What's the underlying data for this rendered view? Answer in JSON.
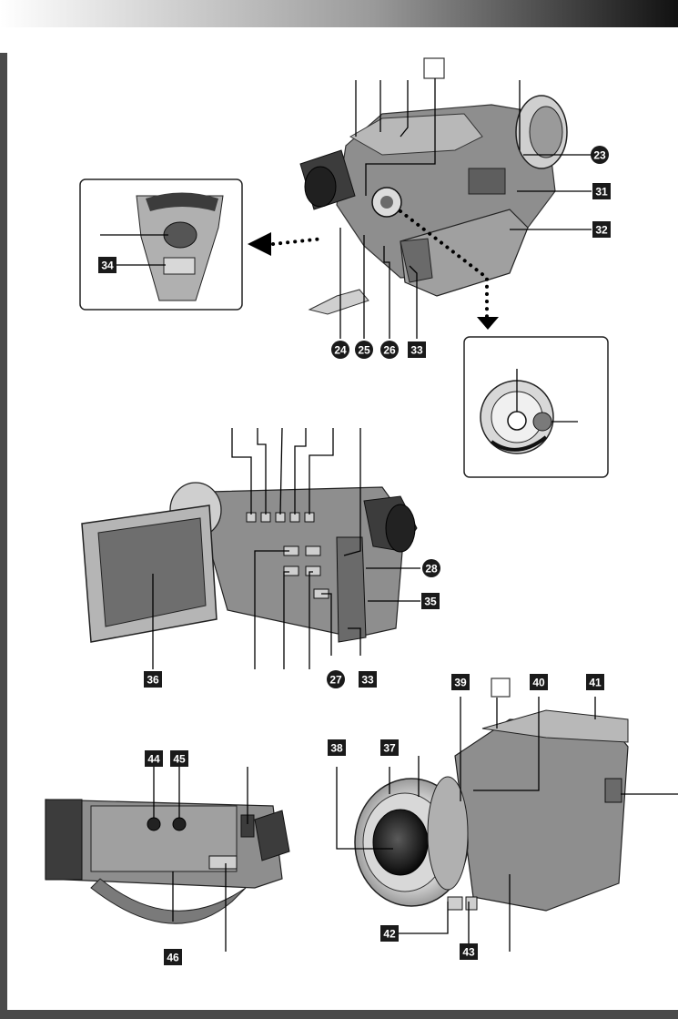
{
  "colors": {
    "header_dark": "#111111",
    "frame": "#4a4a4a",
    "badge": "#1a1a1a",
    "badge_text": "#ffffff",
    "camera_body": "#8e8e8e",
    "camera_dark": "#3c3c3c",
    "camera_light": "#cfcfcf",
    "leader": "#000000"
  },
  "callouts": {
    "n23": "23",
    "n24": "24",
    "n25": "25",
    "n26": "26",
    "n27": "27",
    "n28": "28",
    "n31": "31",
    "n32": "32",
    "n33a": "33",
    "n33b": "33",
    "n34": "34",
    "n35": "35",
    "n36": "36",
    "n37": "37",
    "n38": "38",
    "n39": "39",
    "n40": "40",
    "n41": "41",
    "n42": "42",
    "n43": "43",
    "n44": "44",
    "n45": "45",
    "n46": "46"
  }
}
